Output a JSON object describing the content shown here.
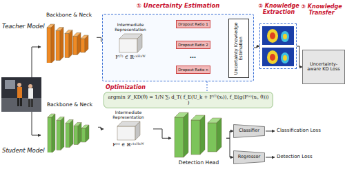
{
  "diagram": {
    "nodes": [
      {
        "text": [
          "Backbone & Neck"
        ]
      },
      {
        "text": [
          "① Uncertainty Estimation"
        ]
      },
      {
        "text": [
          "Intermediate Representation",
          "F⁽ᵀ⁾ ∈ ℝᶜˣᴴˣᵂ"
        ],
        "in": 1
      },
      {
        "text": [
          "Dropout Ratio 1"
        ],
        "in": 1
      },
      {
        "text": [
          "Dropout Ratio 2"
        ],
        "in": 1
      },
      {
        "text": [
          "Dropout Ratio n"
        ],
        "in": 1
      },
      {
        "text": [
          "Uncertainty Knowledge Estimation"
        ],
        "in": 1
      },
      {
        "text": [
          "② Knowledge Extraction"
        ]
      },
      {
        "text": [
          "③ Knowledge Transfer",
          "Uncertainty-aware KD Loss"
        ]
      },
      {
        "text": [
          "Optimization",
          "argmin ℒ_KD(θ) = 1/N ∑ᵢ d_T( f_E(U_k + F⁽ᵀ⁾(xᵢ)), f_E(g(F⁽ˢ⁾(xᵢ, θ))) )"
        ]
      },
      {
        "text": [
          "Backbone & Neck"
        ]
      },
      {
        "text": [
          "Intermediate Representation",
          "F⁽ˢ⁾ ∈ ℝᶜ¹ˣᴴˣᵂ"
        ]
      },
      {
        "text": [
          "Detection Head"
        ]
      },
      {
        "text": [
          "Classifier"
        ]
      },
      {
        "text": [
          "Regressor"
        ]
      }
    ],
    "edges": [
      {
        "from": 0,
        "to": 2,
        "arrow": "to"
      },
      {
        "from": 2,
        "to": 3,
        "arrow": "to"
      },
      {
        "from": 2,
        "to": 4,
        "arrow": "to"
      },
      {
        "from": 2,
        "to": 5,
        "arrow": "to"
      },
      {
        "from": 3,
        "to": 6,
        "arrow": "to"
      },
      {
        "from": 4,
        "to": 6,
        "arrow": "to"
      },
      {
        "from": 5,
        "to": 6,
        "arrow": "to"
      },
      {
        "from": 1,
        "to": 7,
        "arrow": "to"
      },
      {
        "from": 7,
        "to": 8,
        "arrow": "to"
      },
      {
        "from": 10,
        "to": 11,
        "arrow": "to"
      },
      {
        "from": 11,
        "to": 12,
        "arrow": "to"
      },
      {
        "from": 12,
        "to": 13,
        "arrow": "to"
      },
      {
        "from": 12,
        "to": 14,
        "arrow": "to"
      }
    ],
    "labels": [
      "Teacher Model",
      "...",
      "Student Model",
      "Classification Loss",
      "Detection Loss"
    ]
  }
}
